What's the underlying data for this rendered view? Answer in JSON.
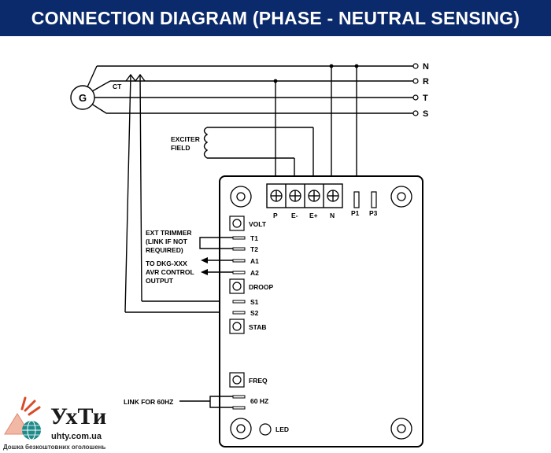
{
  "header": {
    "title": "CONNECTION DIAGRAM (PHASE - NEUTRAL SENSING)"
  },
  "generator": {
    "label": "G",
    "ct_label": "CT"
  },
  "phases": {
    "n": "N",
    "r": "R",
    "t": "T",
    "s": "S"
  },
  "exciter": {
    "line1": "EXCITER",
    "line2": "FIELD"
  },
  "terminals": {
    "p": "P",
    "e_minus": "E-",
    "e_plus": "E+",
    "n": "N",
    "p1": "P1",
    "p3": "P3"
  },
  "pots": {
    "volt": "VOLT",
    "droop": "DROOP",
    "stab": "STAB",
    "freq": "FREQ",
    "led": "LED"
  },
  "pins": {
    "t1": "T1",
    "t2": "T2",
    "a1": "A1",
    "a2": "A2",
    "s1": "S1",
    "s2": "S2",
    "hz60": "60 HZ"
  },
  "notes": {
    "ext_trimmer_1": "EXT TRIMMER",
    "ext_trimmer_2": "(LINK IF NOT",
    "ext_trimmer_3": "REQUIRED)",
    "dkg_1": "TO DKG-XXX",
    "dkg_2": "AVR CONTROL",
    "dkg_3": "OUTPUT",
    "link60": "LINK FOR 60HZ"
  },
  "watermark": {
    "brand": "УхТи",
    "url": "uhty.com.ua",
    "tagline": "Дошка безкоштовних оголошень"
  }
}
